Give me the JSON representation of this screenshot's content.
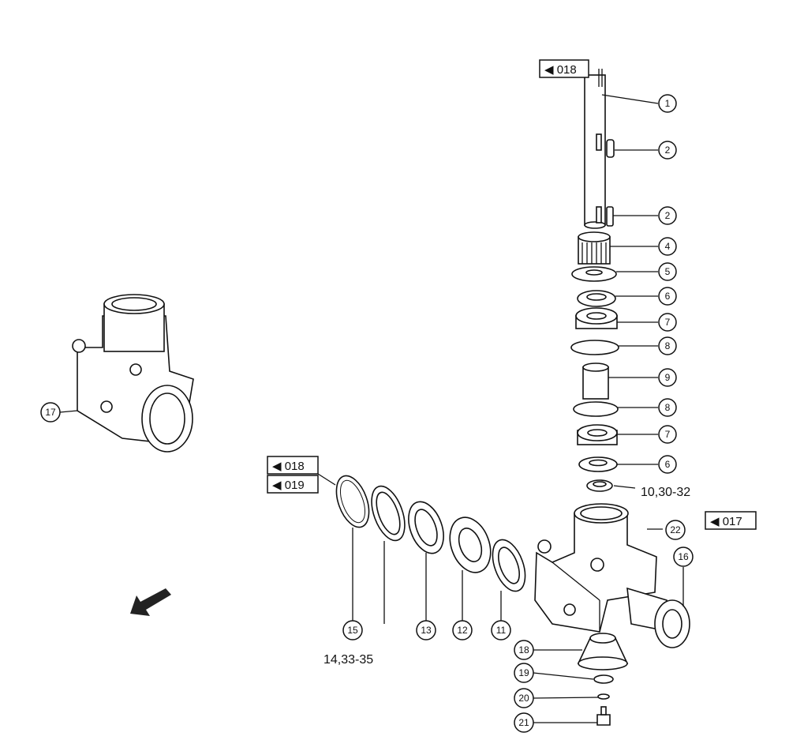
{
  "callouts": {
    "c1": "1",
    "c2a": "2",
    "c2b": "2",
    "c4": "4",
    "c5": "5",
    "c6a": "6",
    "c7a": "7",
    "c8a": "8",
    "c9": "9",
    "c8b": "8",
    "c7b": "7",
    "c6b": "6",
    "c22": "22",
    "c16": "16",
    "c17": "17",
    "c15": "15",
    "c13": "13",
    "c12": "12",
    "c11": "11",
    "c18": "18",
    "c19": "19",
    "c20": "20",
    "c21": "21"
  },
  "ranges": {
    "r10": "10,30-32",
    "r14": "14,33-35"
  },
  "refs": {
    "top": "◀ 018",
    "left1": "◀ 018",
    "left2": "◀ 019",
    "right": "◀ 017"
  },
  "icons": {
    "direction": "direction-arrow-icon"
  }
}
